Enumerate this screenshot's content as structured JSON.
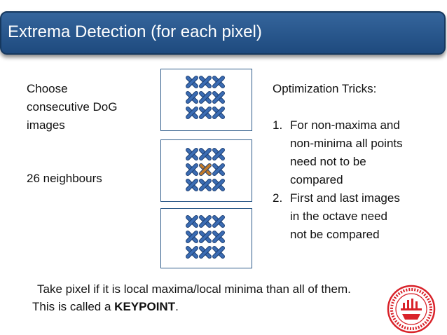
{
  "slide": {
    "title": "Extrema Detection (for each pixel)"
  },
  "left": {
    "choose_lines": [
      "Choose",
      "consecutive DoG",
      "images"
    ],
    "neighbours": "26 neighbours"
  },
  "tricks": {
    "heading": "Optimization Tricks:",
    "items": [
      {
        "number": "1.",
        "lines": [
          "For non-maxima and",
          "non-minima all points",
          "need not to be",
          "compared"
        ]
      },
      {
        "number": "2.",
        "lines": [
          "First and last images",
          "in the octave need",
          "not be compared"
        ]
      }
    ]
  },
  "diagram": {
    "marker_icon": "x-mark-icon",
    "center_marker_icon": "center-pixel-x-icon",
    "colors": {
      "marker": "#3b6cb3",
      "center_marker": "#c0792a",
      "box_border": "#2f5c8a"
    }
  },
  "footer": {
    "line1": "Take pixel if it is local maxima/local minima than all of them.",
    "line2_prefix": "This is called a ",
    "line2_bold": "KEYPOINT",
    "line2_suffix": "."
  },
  "colors": {
    "title_bar": "#2a5a91",
    "title_text": "#ffffff",
    "seal": "#d9232a"
  }
}
